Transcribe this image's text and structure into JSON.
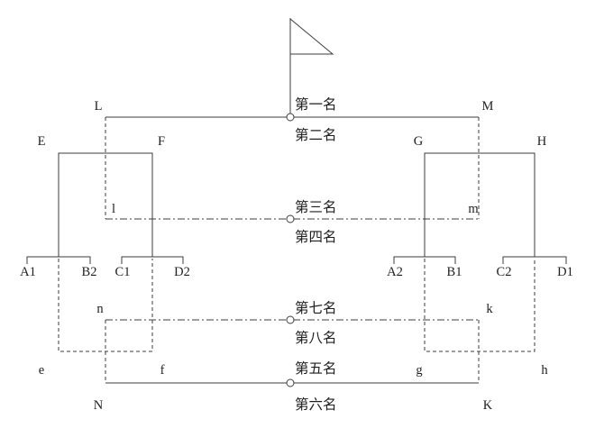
{
  "figure": {
    "type": "tournament-placement-bracket",
    "colors": {
      "line": "#3d3d3d",
      "text": "#1f1f1f",
      "background": "#ffffff"
    },
    "placements": {
      "first": "第一名",
      "second": "第二名",
      "third": "第三名",
      "fourth": "第四名",
      "fifth": "第五名",
      "sixth": "第六名",
      "seventh": "第七名",
      "eighth": "第八名"
    },
    "nodes": {
      "L": "L",
      "M": "M",
      "E": "E",
      "F": "F",
      "G": "G",
      "H": "H",
      "l": "l",
      "m": "m",
      "A1": "A1",
      "B2": "B2",
      "C1": "C1",
      "D2": "D2",
      "A2": "A2",
      "B1": "B1",
      "C2": "C2",
      "D1": "D1",
      "n": "n",
      "k": "k",
      "e": "e",
      "f": "f",
      "g": "g",
      "h": "h",
      "N": "N",
      "K": "K"
    }
  }
}
